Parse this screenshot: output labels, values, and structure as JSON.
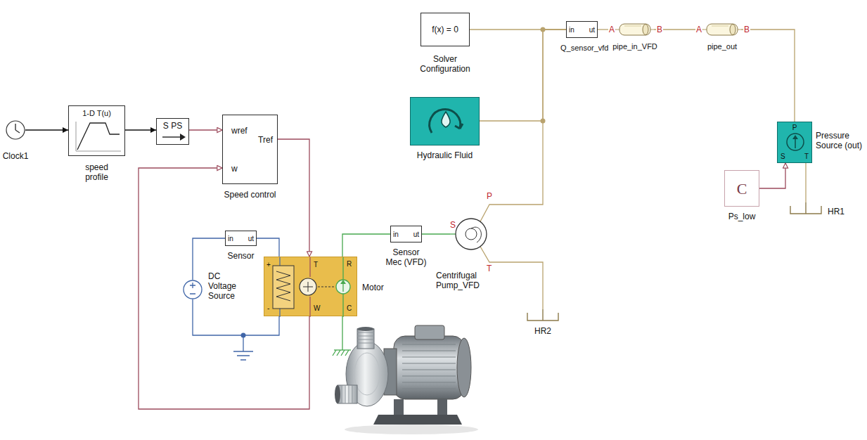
{
  "diagram": {
    "nodes": [
      {
        "text": [
          "f(x) = 0",
          "Solver Configuration"
        ]
      },
      {
        "text": [
          "in",
          "ut",
          "Q_sensor_vfd"
        ]
      },
      {
        "text": [
          "A",
          "B",
          "pipe_in_VFD"
        ]
      },
      {
        "text": [
          "A",
          "B",
          "pipe_out"
        ]
      },
      {
        "text": [
          "Hydraulic Fluid"
        ]
      },
      {
        "text": [
          "Clock1"
        ]
      },
      {
        "text": [
          "1-D T(u)",
          "speed profile"
        ]
      },
      {
        "text": [
          "S PS"
        ]
      },
      {
        "text": [
          "wref",
          "w",
          "Tref",
          "Speed control"
        ]
      },
      {
        "text": [
          "P",
          "S",
          "T",
          "Pressure Source (out)"
        ]
      },
      {
        "text": [
          "C",
          "Ps_low"
        ]
      },
      {
        "text": [
          "HR1"
        ]
      },
      {
        "text": [
          "in",
          "ut",
          "Sensor"
        ]
      },
      {
        "text": [
          "DC Voltage Source"
        ]
      },
      {
        "text": [
          "+",
          "-",
          "T",
          "W",
          "R",
          "C",
          "Motor"
        ]
      },
      {
        "text": [
          "in",
          "ut",
          "Sensor Mec (VFD)"
        ]
      },
      {
        "text": [
          "S",
          "P",
          "T",
          "Centrifugal Pump_VFD"
        ]
      },
      {
        "text": [
          "HR2"
        ]
      }
    ],
    "edges": [
      {
        "from": 5,
        "to": 6,
        "arrow": "to"
      },
      {
        "from": 6,
        "to": 7,
        "arrow": "to"
      },
      {
        "from": 7,
        "to": 8,
        "arrow": "to"
      },
      {
        "from": 8,
        "to": 14,
        "arrow": "to"
      },
      {
        "from": 14,
        "to": 8,
        "arrow": "to"
      },
      {
        "from": 13,
        "to": 12,
        "arrow": "none"
      },
      {
        "from": 12,
        "to": 14,
        "arrow": "none"
      },
      {
        "from": 13,
        "to": 14,
        "arrow": "none"
      },
      {
        "from": 14,
        "to": 15,
        "arrow": "none"
      },
      {
        "from": 15,
        "to": 16,
        "arrow": "none"
      },
      {
        "from": 0,
        "to": 1,
        "arrow": "none"
      },
      {
        "from": 16,
        "to": 1,
        "arrow": "none"
      },
      {
        "from": 4,
        "to": 1,
        "arrow": "none"
      },
      {
        "from": 1,
        "to": 2,
        "arrow": "none"
      },
      {
        "from": 2,
        "to": 3,
        "arrow": "none"
      },
      {
        "from": 3,
        "to": 9,
        "arrow": "none"
      },
      {
        "from": 10,
        "to": 9,
        "arrow": "to"
      },
      {
        "from": 9,
        "to": 11,
        "arrow": "none"
      },
      {
        "from": 16,
        "to": 17,
        "arrow": "none"
      }
    ]
  }
}
